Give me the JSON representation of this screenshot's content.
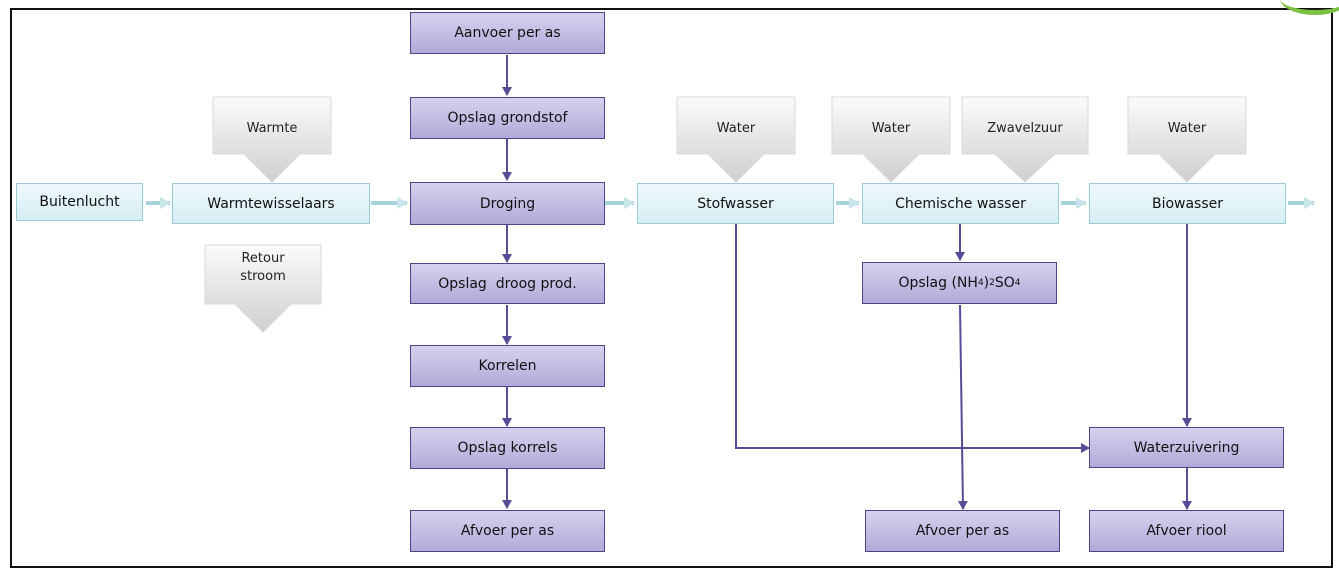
{
  "nodes": {
    "buitenlucht": "Buitenlucht",
    "warmtewisselaars": "Warmtewisselaars",
    "aanvoer": "Aanvoer per as",
    "opslag_grondstof": "Opslag grondstof",
    "droging": "Droging",
    "opslag_droog": "Opslag  droog prod.",
    "korrelen": "Korrelen",
    "opslag_korrels": "Opslag korrels",
    "afvoer_as_1": "Afvoer per as",
    "stofwasser": "Stofwasser",
    "chemische_wasser": "Chemische wasser",
    "biowasser": "Biowasser",
    "opslag_nh4_prefix": "Opslag (NH",
    "opslag_nh4_sub1": "4",
    "opslag_nh4_mid": ")",
    "opslag_nh4_sub2": "2",
    "opslag_nh4_suffix": "SO",
    "opslag_nh4_sub3": "4",
    "waterzuivering": "Waterzuivering",
    "afvoer_as_2": "Afvoer per as",
    "afvoer_riool": "Afvoer riool"
  },
  "inputs": {
    "warmte": "Warmte",
    "water_1": "Water",
    "water_2": "Water",
    "zwavelzuur": "Zwavelzuur",
    "water_3": "Water",
    "retour_line1": "Retour",
    "retour_line2": "stroom"
  },
  "colors": {
    "purple_border": "#4b4588",
    "arrow_purple": "#554d96",
    "arrow_cyan": "#a9d3dc",
    "logo_green": "#7bc143"
  }
}
